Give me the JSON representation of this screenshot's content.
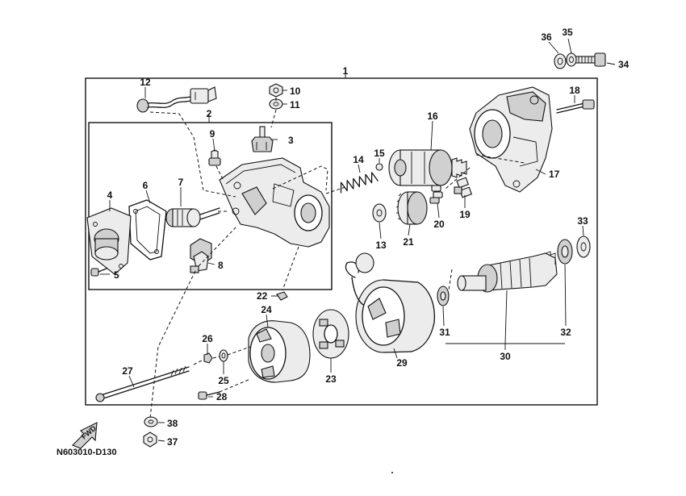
{
  "diagram_code": "N603010-D130",
  "fwd_label": "FWD",
  "callouts": [
    "1",
    "2",
    "3",
    "4",
    "5",
    "6",
    "7",
    "8",
    "9",
    "10",
    "11",
    "12",
    "13",
    "14",
    "15",
    "16",
    "17",
    "18",
    "19",
    "20",
    "21",
    "22",
    "23",
    "24",
    "25",
    "26",
    "27",
    "28",
    "29",
    "30",
    "31",
    "32",
    "33",
    "34",
    "35",
    "36",
    "37",
    "38"
  ]
}
